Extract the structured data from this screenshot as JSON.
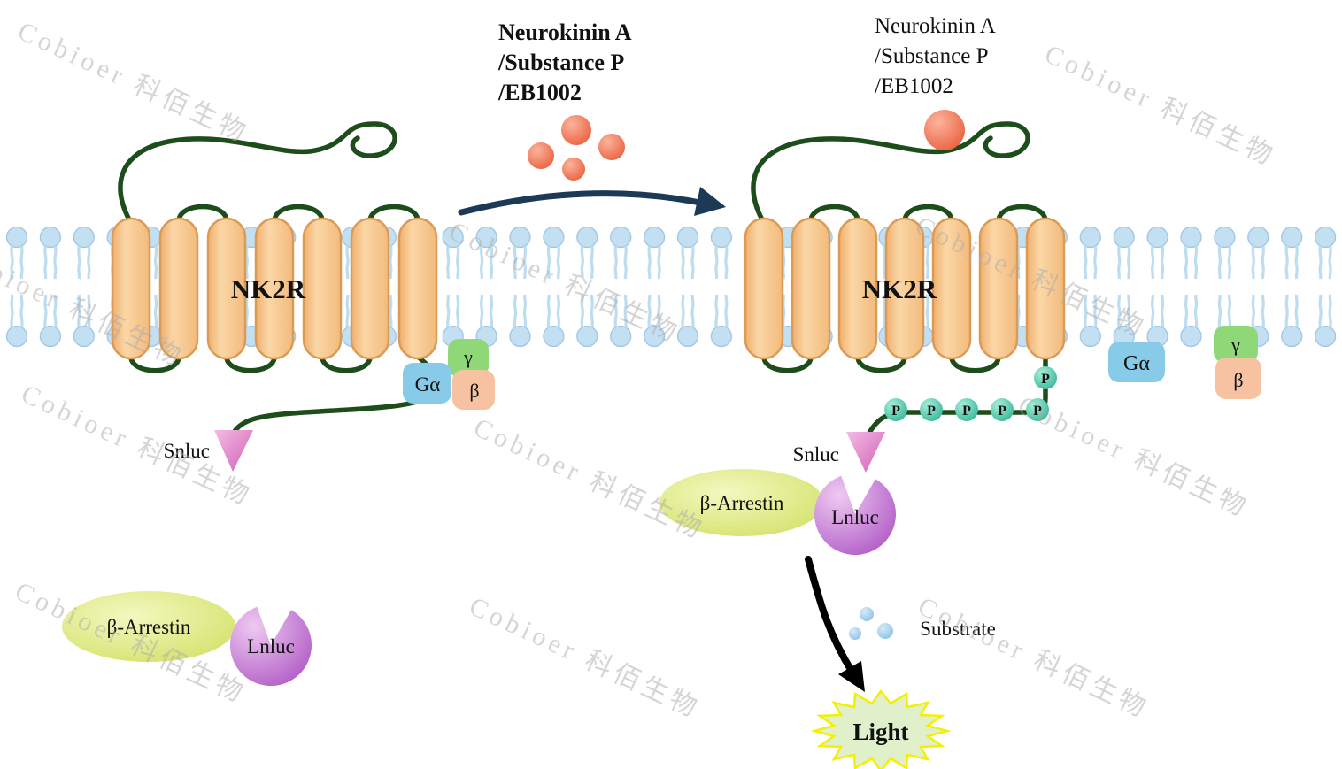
{
  "watermark": {
    "text": "Cobioer 科佰生物"
  },
  "stimulus": {
    "label_lines": [
      "Neurokinin A",
      "/Substance P",
      "/EB1002"
    ]
  },
  "left_state": {
    "receptor_name": "NK2R",
    "g_alpha_label": "Gα",
    "gamma_label": "γ",
    "beta_label": "β",
    "snluc_label": "Snluc",
    "arrestin_label": "β-Arrestin",
    "lnluc_label": "Lnluc"
  },
  "right_state": {
    "ligand_label_lines": [
      "Neurokinin A",
      "/Substance P",
      "/EB1002"
    ],
    "receptor_name": "NK2R",
    "g_alpha_label": "Gα",
    "gamma_label": "γ",
    "beta_label": "β",
    "snluc_label": "Snluc",
    "phospho_label": "P",
    "arrestin_label": "β-Arrestin",
    "lnluc_label": "Lnluc",
    "substrate_label": "Substrate",
    "light_label": "Light"
  },
  "colors": {
    "membrane_head": "#C3DFF2",
    "membrane_tail": "#BCDCF0",
    "helix_fill": "#F8C78C",
    "helix_stroke": "#DC9B54",
    "loop_green": "#1E4D1C",
    "ligand_orange": "#EA5F3E",
    "g_alpha_fill": "#87CBE8",
    "gamma_fill": "#8FD878",
    "beta_fill": "#F6C2A2",
    "snluc_pink": "#D05FB5",
    "lnluc_purple": "#AE58C4",
    "arrestin_green": "#DCE97E",
    "phospho_teal": "#2EB394",
    "arrow_dark": "#1C3A56",
    "substrate_blue": "#88BFE6",
    "light_text_green": "#2F9E2F",
    "star_yellow": "#F4F000",
    "star_fill": "#DFF0CA"
  }
}
